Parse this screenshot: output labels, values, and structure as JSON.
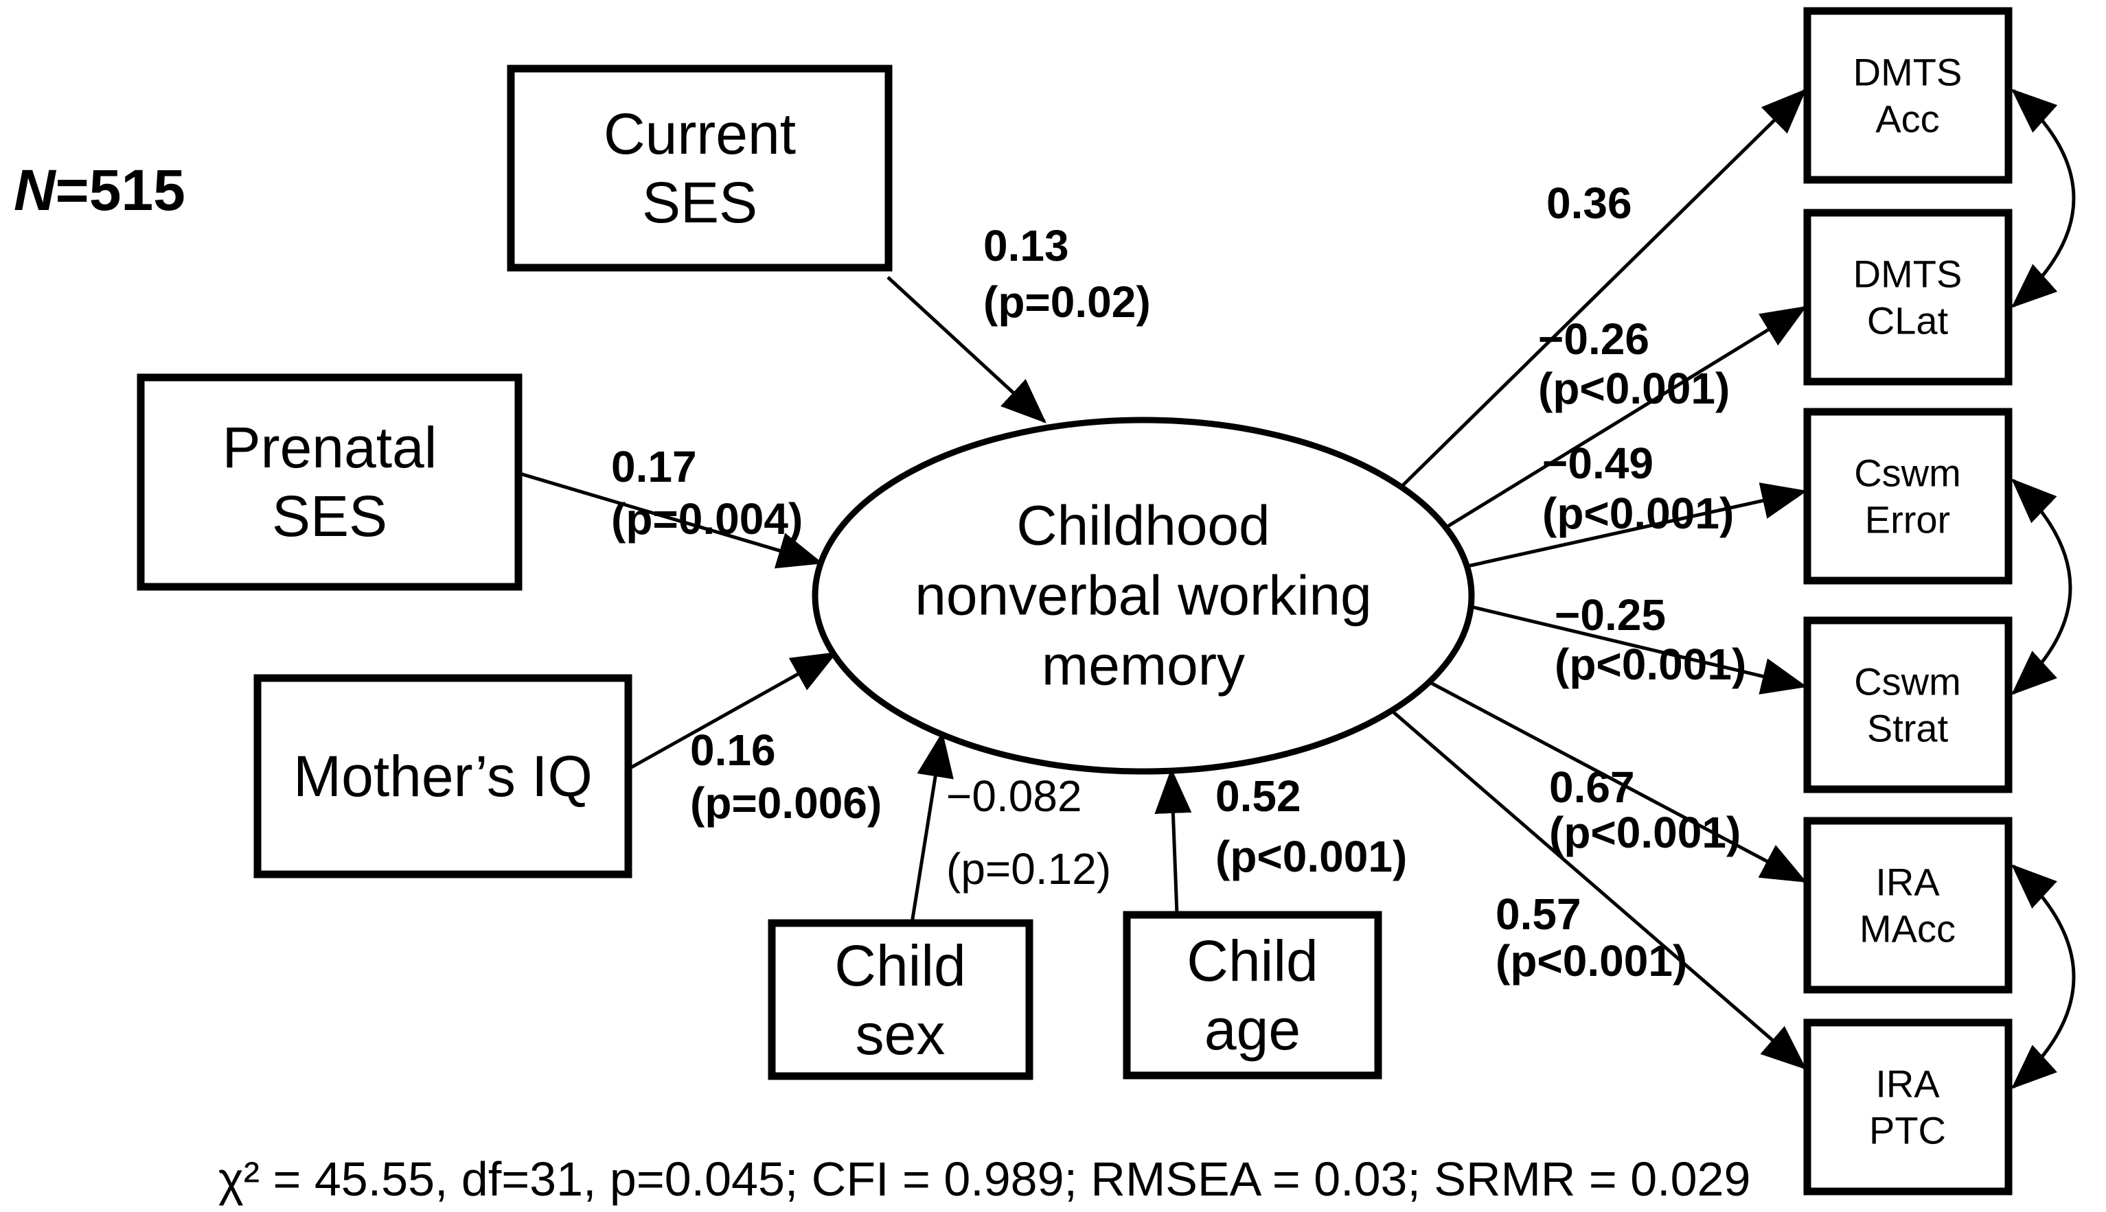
{
  "sample_size": {
    "symbol": "N",
    "value": "=515"
  },
  "latent_variable": {
    "lines": [
      "Childhood",
      "nonverbal working",
      "memory"
    ]
  },
  "predictors": [
    {
      "name_lines": [
        "Current",
        "SES"
      ],
      "coefficient": "0.13",
      "p_value": "(p=0.02)"
    },
    {
      "name_lines": [
        "Prenatal",
        "SES"
      ],
      "coefficient": "0.17",
      "p_value": "(p=0.004)"
    },
    {
      "name_lines": [
        "Mother’s IQ"
      ],
      "coefficient": "0.16",
      "p_value": "(p=0.006)"
    },
    {
      "name_lines": [
        "Child",
        "sex"
      ],
      "coefficient": "−0.082",
      "p_value": "(p=0.12)"
    },
    {
      "name_lines": [
        "Child",
        "age"
      ],
      "coefficient": "0.52",
      "p_value": "(p<0.001)"
    }
  ],
  "indicators": [
    {
      "name_lines": [
        "DMTS",
        "Acc"
      ],
      "loading": "0.36",
      "p_value": ""
    },
    {
      "name_lines": [
        "DMTS",
        "CLat"
      ],
      "loading": "−0.26",
      "p_value": "(p<0.001)"
    },
    {
      "name_lines": [
        "Cswm",
        "Error"
      ],
      "loading": "−0.49",
      "p_value": "(p<0.001)"
    },
    {
      "name_lines": [
        "Cswm",
        "Strat"
      ],
      "loading": "−0.25",
      "p_value": "(p<0.001)"
    },
    {
      "name_lines": [
        "IRA",
        "MAcc"
      ],
      "loading": "0.67",
      "p_value": "(p<0.001)"
    },
    {
      "name_lines": [
        "IRA",
        "PTC"
      ],
      "loading": "0.57",
      "p_value": "(p<0.001)"
    }
  ],
  "fit_statistics": "χ² = 45.55, df=31, p=0.045; CFI = 0.989; RMSEA = 0.03; SRMR = 0.029",
  "colors": {
    "ink": "#000000",
    "paper": "#ffffff"
  }
}
